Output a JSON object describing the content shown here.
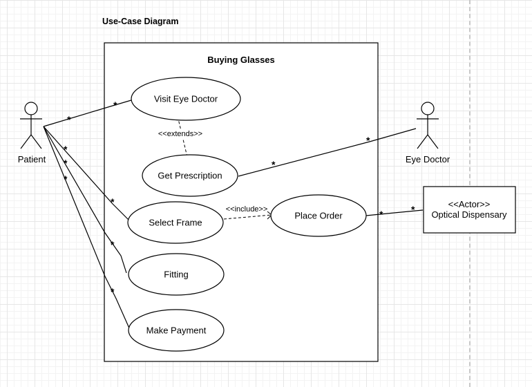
{
  "diagram": {
    "title": "Use-Case Diagram",
    "system_boundary": "Buying Glasses"
  },
  "actors": {
    "patient": "Patient",
    "eye_doctor": "Eye Doctor",
    "optical_dispensary": {
      "stereotype": "<<Actor>>",
      "name": "Optical Dispensary"
    }
  },
  "use_cases": {
    "visit_eye_doctor": "Visit Eye Doctor",
    "get_prescription": "Get Prescription",
    "select_frame": "Select Frame",
    "place_order": "Place Order",
    "fitting": "Fitting",
    "make_payment": "Make Payment"
  },
  "relationships": {
    "extends": "<<extends>>",
    "include": "<<include>>",
    "multiplicity": "*"
  }
}
